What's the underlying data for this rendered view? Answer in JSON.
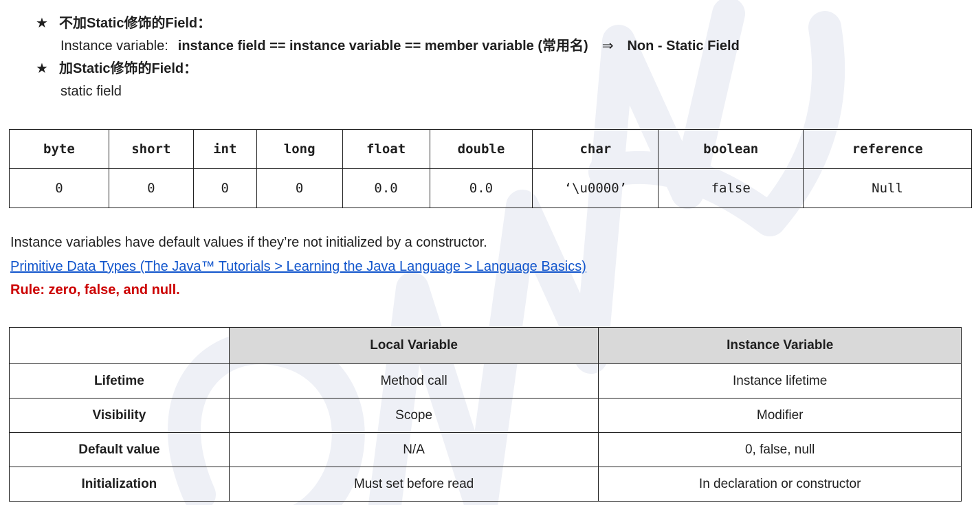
{
  "bullets": {
    "star": "★",
    "item1_heading": "不加Static修饰的Field：",
    "item1_prefix": "Instance variable:",
    "item1_bold": "instance field == instance variable == member variable (常用名)",
    "item1_arrow": "⇒",
    "item1_tail": "Non - Static Field",
    "item2_heading": "加Static修饰的Field：",
    "item2_text": "static field"
  },
  "defaults_table": {
    "headers": [
      "byte",
      "short",
      "int",
      "long",
      "float",
      "double",
      "char",
      "boolean",
      "reference"
    ],
    "values": [
      "0",
      "0",
      "0",
      "0",
      "0.0",
      "0.0",
      "‘\\u0000’",
      "false",
      "Null"
    ]
  },
  "notes": {
    "line1": "Instance variables have default values if they’re not initialized by a constructor.",
    "link": "Primitive Data Types (The Java™ Tutorials > Learning the Java Language > Language Basics)",
    "rule": "Rule: zero, false, and null."
  },
  "compare_table": {
    "headers": [
      "",
      "Local Variable",
      "Instance Variable"
    ],
    "rows": [
      {
        "label": "Lifetime",
        "local": "Method call",
        "instance": "Instance lifetime"
      },
      {
        "label": "Visibility",
        "local": "Scope",
        "instance": "Modifier"
      },
      {
        "label": "Default value",
        "local": "N/A",
        "instance": "0, false, null"
      },
      {
        "label": "Initialization",
        "local": "Must set before read",
        "instance": "In declaration or constructor"
      }
    ]
  },
  "colors": {
    "link": "#1155cc",
    "rule": "#cc0000",
    "header_bg": "#d9d9d9"
  }
}
